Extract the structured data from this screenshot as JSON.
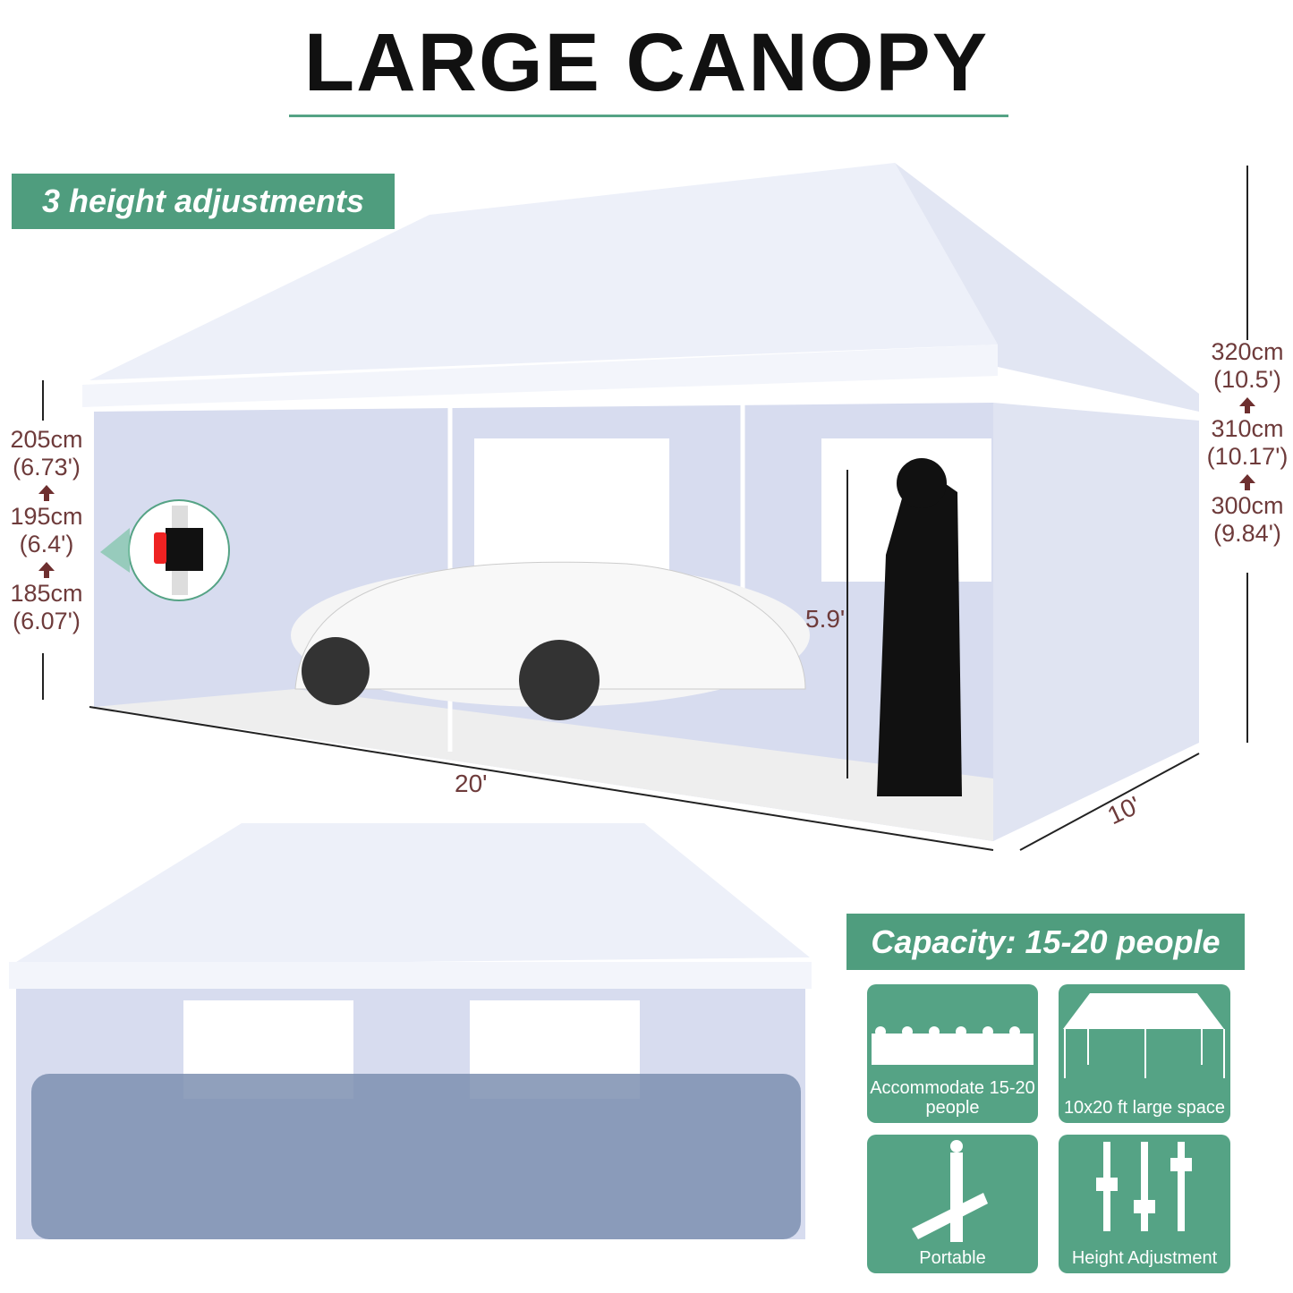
{
  "title": "LARGE CANOPY",
  "height_badge": "3 height adjustments",
  "left_heights": [
    {
      "cm": "205cm",
      "ft": "(6.73')"
    },
    {
      "cm": "195cm",
      "ft": "(6.4')"
    },
    {
      "cm": "185cm",
      "ft": "(6.07')"
    }
  ],
  "right_heights": [
    {
      "cm": "320cm",
      "ft": "(10.5')"
    },
    {
      "cm": "310cm",
      "ft": "(10.17')"
    },
    {
      "cm": "300cm",
      "ft": "(9.84')"
    }
  ],
  "dimensions": {
    "length": "20'",
    "width": "10'",
    "person_height": "5.9'"
  },
  "capacity_badge": "Capacity: 15-20 people",
  "features": [
    {
      "icon": "crowd-icon",
      "label": "Accommodate 15-20 people"
    },
    {
      "icon": "canopy-icon",
      "label": "10x20 ft large space"
    },
    {
      "icon": "carrying-person-icon",
      "label": "Portable"
    },
    {
      "icon": "height-adjust-sliders-icon",
      "label": "Height Adjustment"
    }
  ],
  "colors": {
    "accent": "#55a385",
    "measure_text": "#6e3b3b",
    "canopy": "#e8ecf7"
  }
}
